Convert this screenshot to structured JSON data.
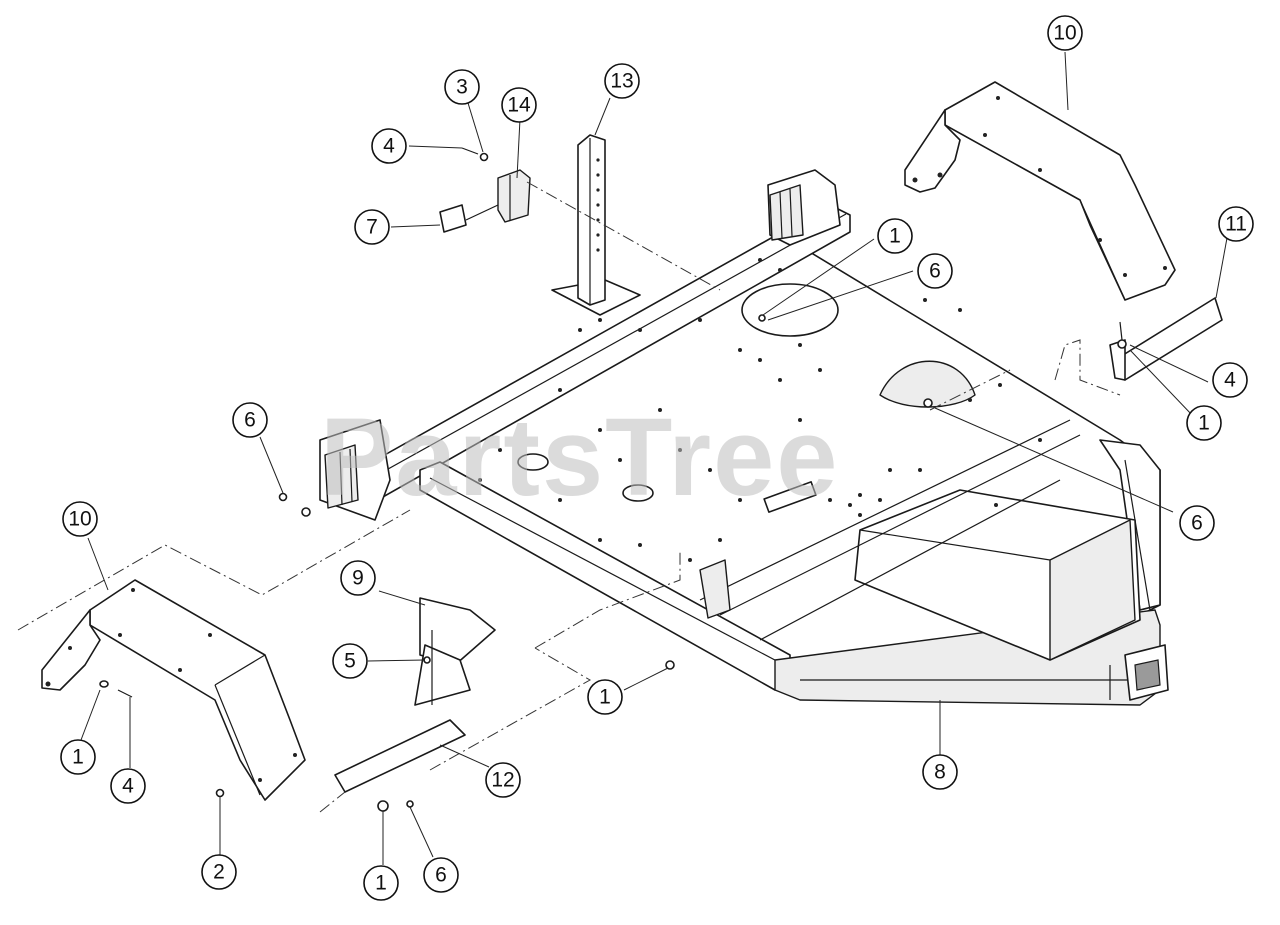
{
  "watermark": "PartsTree",
  "callouts": [
    {
      "label": "1"
    },
    {
      "label": "1"
    },
    {
      "label": "1"
    },
    {
      "label": "1"
    },
    {
      "label": "1"
    },
    {
      "label": "2"
    },
    {
      "label": "3"
    },
    {
      "label": "4"
    },
    {
      "label": "4"
    },
    {
      "label": "4"
    },
    {
      "label": "5"
    },
    {
      "label": "6"
    },
    {
      "label": "6"
    },
    {
      "label": "6"
    },
    {
      "label": "6"
    },
    {
      "label": "7"
    },
    {
      "label": "8"
    },
    {
      "label": "9"
    },
    {
      "label": "10"
    },
    {
      "label": "10"
    },
    {
      "label": "11"
    },
    {
      "label": "12"
    },
    {
      "label": "13"
    },
    {
      "label": "14"
    }
  ]
}
